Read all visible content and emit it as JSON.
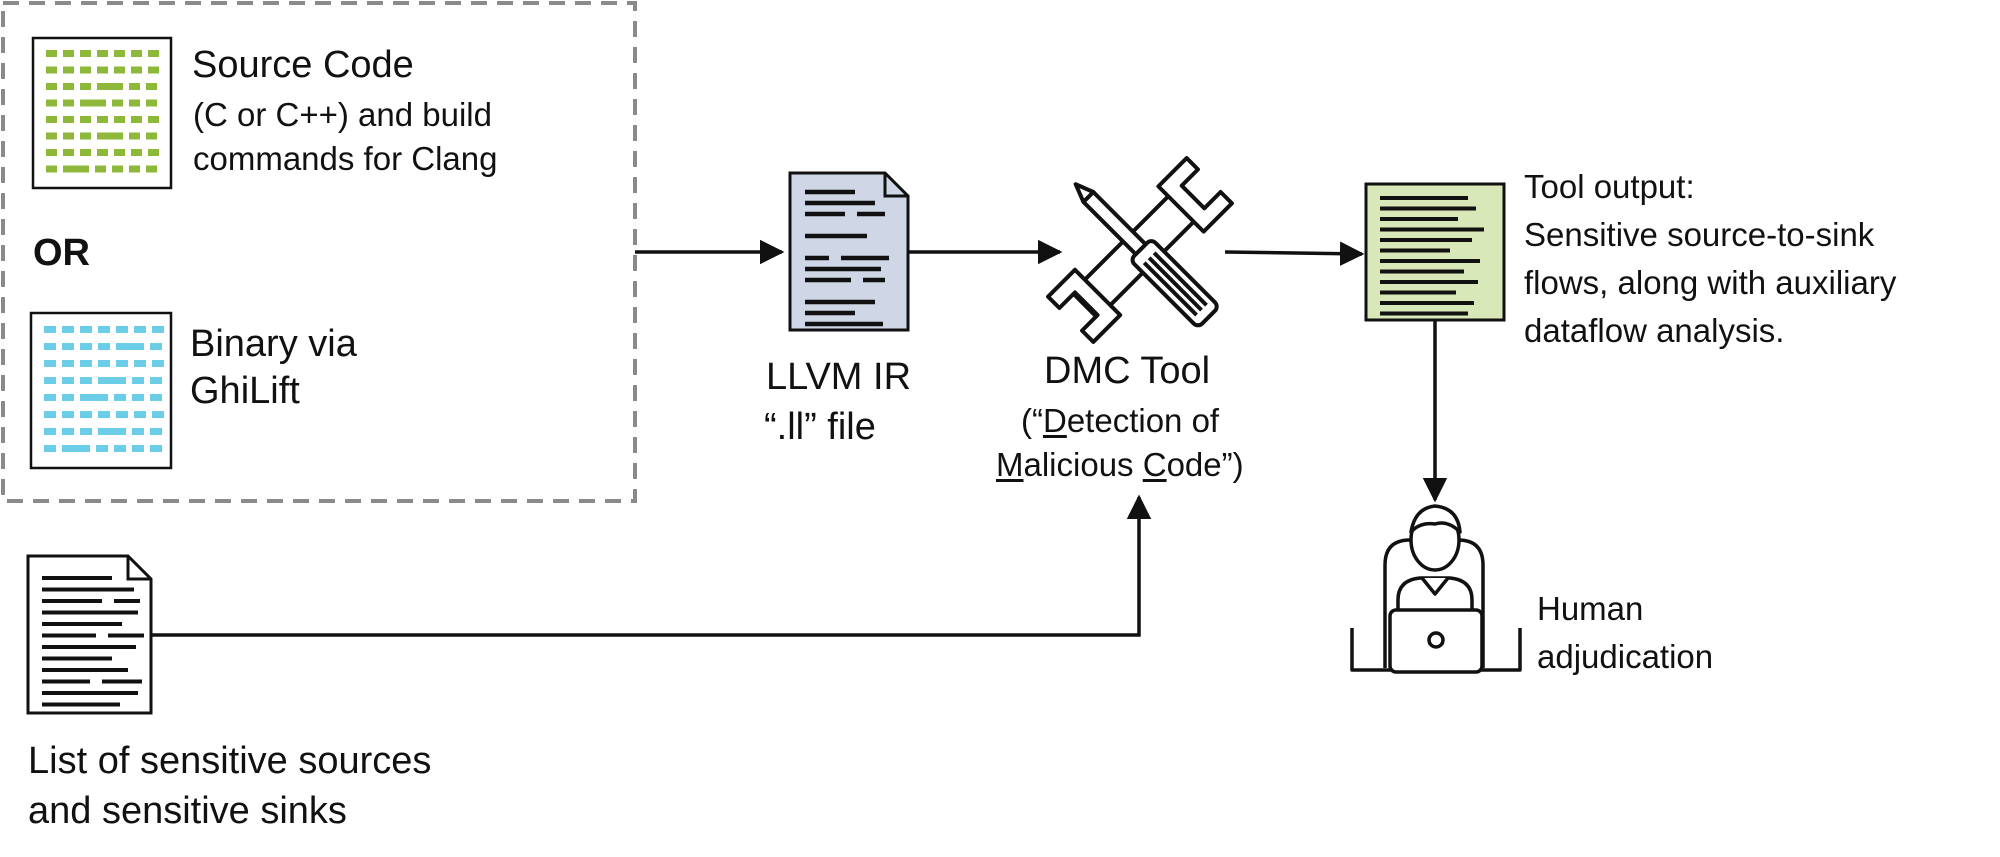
{
  "inputs": {
    "or_label": "OR",
    "source_code": {
      "title": "Source Code",
      "desc_line1": "(C or C++) and build",
      "desc_line2": "commands for Clang"
    },
    "binary": {
      "line1": "Binary via",
      "line2": "GhiLift"
    }
  },
  "llvm": {
    "line1": "LLVM IR",
    "line2": "“.ll” file"
  },
  "dmc_tool": {
    "title": "DMC Tool",
    "sub1": {
      "open": "(“",
      "u": "D",
      "rest": "etection of"
    },
    "sub2": {
      "u1": "M",
      "mid": "alicious ",
      "u2": "C",
      "end": "ode”)"
    }
  },
  "output": {
    "line1": "Tool output:",
    "line2": "Sensitive source-to-sink",
    "line3": "flows, along with auxiliary",
    "line4": "dataflow analysis."
  },
  "human": {
    "line1": "Human",
    "line2": "adjudication"
  },
  "sources_list": {
    "line1": "List of sensitive sources",
    "line2": "and sensitive sinks"
  },
  "colors": {
    "source_code_green": "#8db83a",
    "binary_blue": "#6ccde9",
    "llvm_doc_fill": "#cfd7e6",
    "output_doc_fill": "#d9e8b8",
    "ink": "#111111",
    "dashed_border": "#8a8a8a"
  }
}
